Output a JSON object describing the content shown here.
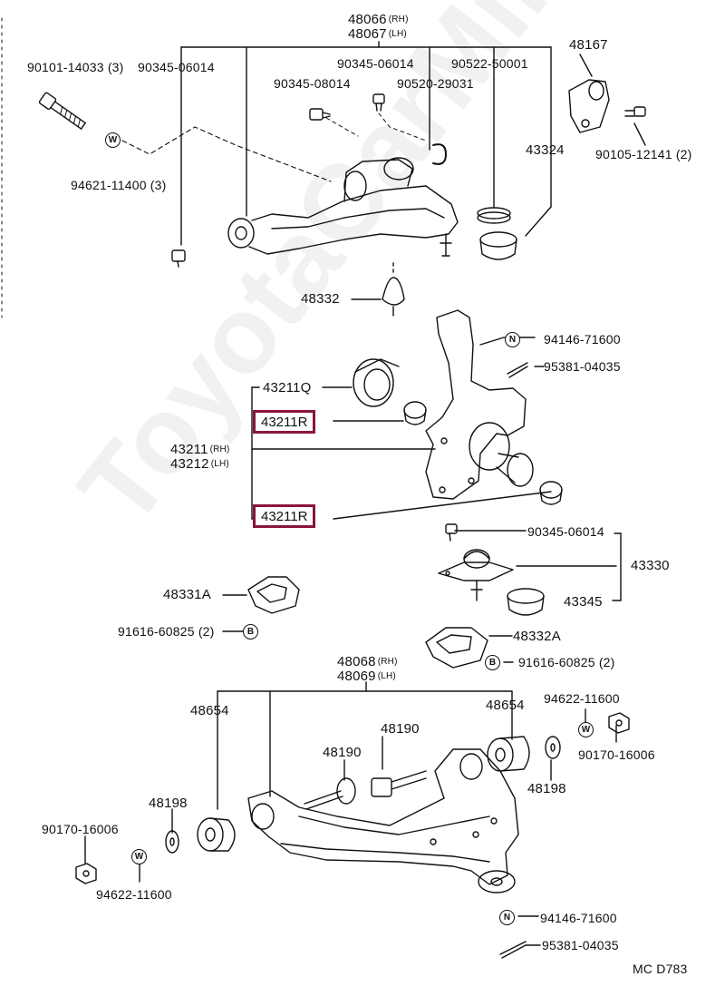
{
  "labels": {
    "p48066": "48066",
    "p48066_sfx": "(RH)",
    "p48067": "48067",
    "p48067_sfx": "(LH)",
    "p90101": "90101-14033 (3)",
    "p90345a": "90345-06014",
    "p90345b": "90345-06014",
    "p90345c": "90345-08014",
    "p90522": "90522-50001",
    "p90520": "90520-29031",
    "p48167": "48167",
    "p94621": "94621-11400 (3)",
    "p43324": "43324",
    "p90105": "90105-12141 (2)",
    "p48332": "48332",
    "p94146a": "94146-71600",
    "p95381a": "95381-04035",
    "p43211Q": "43211Q",
    "p43211R_top": "43211R",
    "p43211": "43211",
    "p43211_sfx": "(RH)",
    "p43212": "43212",
    "p43212_sfx": "(LH)",
    "p43211R_bottom": "43211R",
    "p90345d": "90345-06014",
    "p43330": "43330",
    "p48331A": "48331A",
    "p43345": "43345",
    "p91616a": "91616-60825 (2)",
    "p48332A": "48332A",
    "p91616b": "91616-60825 (2)",
    "p48068": "48068",
    "p48068_sfx": "(RH)",
    "p48069": "48069",
    "p48069_sfx": "(LH)",
    "p48654a": "48654",
    "p48654b": "48654",
    "p94622a": "94622-11600",
    "p48190a": "48190",
    "p48190b": "48190",
    "p90170a": "90170-16006",
    "p48198a": "48198",
    "p48198b": "48198",
    "p90170b": "90170-16006",
    "p94622b": "94622-11600",
    "p94146b": "94146-71600",
    "p95381b": "95381-04035",
    "code": "MC  D783"
  },
  "symbols": {
    "washer": "W",
    "nut": "N",
    "bolt": "B"
  },
  "watermark": "ToyotaCarMine.ru",
  "colors": {
    "highlight": "#8a1538",
    "ink": "#111111"
  }
}
